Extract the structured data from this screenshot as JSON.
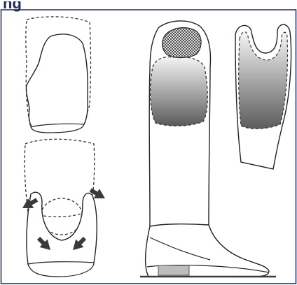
{
  "figure": {
    "title_fragment": "ng",
    "colors": {
      "frame_border": "#1c2a5b",
      "outline": "#2a2a2a",
      "socket_gradient_top": "#f2f2f2",
      "socket_gradient_bottom": "#5e5e5e",
      "pressure_arrow": "#3a3a3a",
      "heel_block": "#bdbdbd",
      "floor_line": "#3a3a3a"
    },
    "panels": [
      {
        "name": "socket-top-view"
      },
      {
        "name": "socket-compression-view"
      },
      {
        "name": "full-leg-prosthesis"
      },
      {
        "name": "socket-liner-detail"
      }
    ],
    "icons": [
      "pressure-arrow-icon",
      "mesh-pad-icon"
    ]
  }
}
